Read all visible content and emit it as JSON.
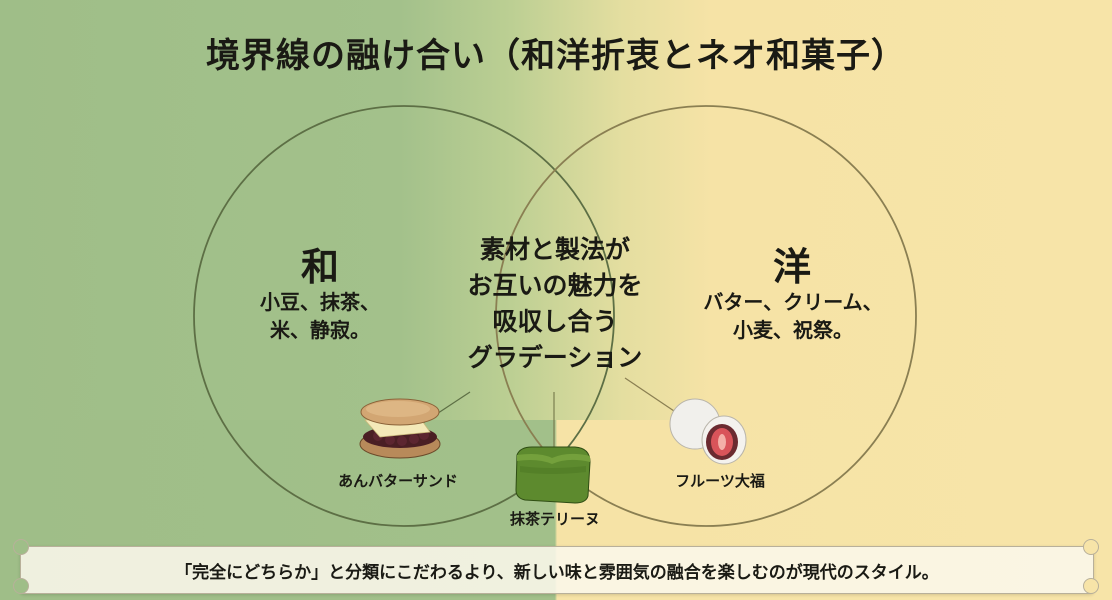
{
  "title": "境界線の融け合い（和洋折衷とネオ和菓子）",
  "colors": {
    "green_bg": "#9fbe88",
    "yellow_bg": "#f7e4a8",
    "circle_stroke": "#5d6f45",
    "text": "#1a1a14"
  },
  "venn": {
    "left": {
      "heading": "和",
      "desc_line1": "小豆、抹茶、",
      "desc_line2": "米、静寂。"
    },
    "right": {
      "heading": "洋",
      "desc_line1": "バター、クリーム、",
      "desc_line2": "小麦、祝祭。"
    },
    "center": {
      "line1": "素材と製法が",
      "line2": "お互いの魅力を",
      "line3": "吸収し合う",
      "line4": "グラデーション"
    }
  },
  "examples": [
    {
      "label": "あんバターサンド",
      "icon": "anko-butter-sandwich-icon"
    },
    {
      "label": "抹茶テリーヌ",
      "icon": "matcha-terrine-icon"
    },
    {
      "label": "フルーツ大福",
      "icon": "strawberry-daifuku-icon"
    }
  ],
  "banner": {
    "text": "「完全にどちらか」と分類にこだわるより、新しい味と雰囲気の融合を楽しむのが現代のスタイル。"
  }
}
